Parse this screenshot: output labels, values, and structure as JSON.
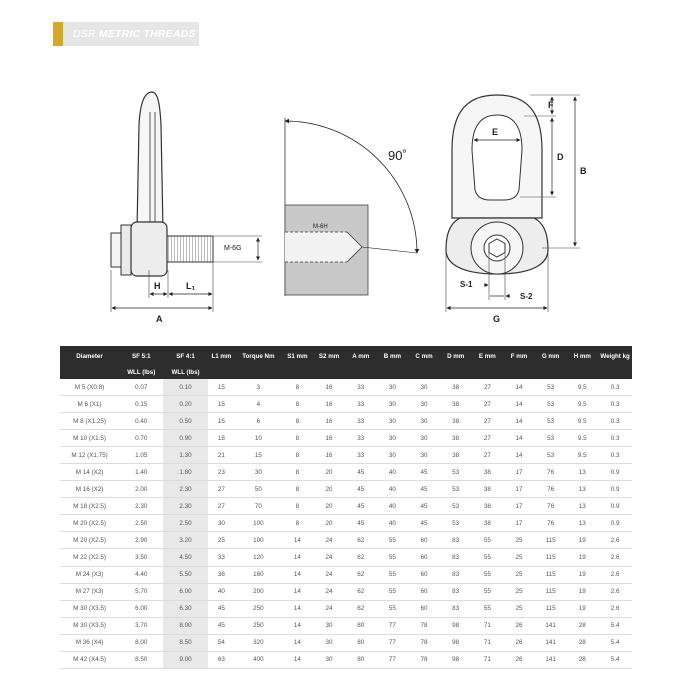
{
  "header": {
    "prefix": "DSR",
    "title": "METRIC THREADS",
    "accent_color": "#d4a72c"
  },
  "drawing": {
    "label_a": "A",
    "label_h": "H",
    "label_l1": "L₁",
    "label_m6g": "M-6G",
    "label_angle": "90˚",
    "label_m6h": "M-6H",
    "label_f": "F",
    "label_e": "E",
    "label_d": "D",
    "label_b": "B",
    "label_s1": "S-1",
    "label_s2": "S-2",
    "label_g": "G"
  },
  "table": {
    "headers": [
      "Diameter",
      "SF 5:1",
      "SF 4:1",
      "L1 mm",
      "Torque Nm",
      "S1 mm",
      "S2 mm",
      "A mm",
      "B mm",
      "C mm",
      "D mm",
      "E mm",
      "F mm",
      "G mm",
      "H mm",
      "Weight kg"
    ],
    "sub_sf5": "WLL (lbs)",
    "sub_sf4": "WLL (lbs)",
    "rows": [
      [
        "M 5 (X0.8)",
        "0.07",
        "0.10",
        "15",
        "3",
        "8",
        "16",
        "33",
        "30",
        "30",
        "38",
        "27",
        "14",
        "53",
        "9.5",
        "0.3"
      ],
      [
        "M 6 (X1)",
        "0.15",
        "0.20",
        "15",
        "4",
        "8",
        "16",
        "33",
        "30",
        "30",
        "38",
        "27",
        "14",
        "53",
        "9.5",
        "0.3"
      ],
      [
        "M 8 (X1.25)",
        "0.40",
        "0.50",
        "15",
        "6",
        "8",
        "16",
        "33",
        "30",
        "30",
        "38",
        "27",
        "14",
        "53",
        "9.5",
        "0.3"
      ],
      [
        "M 10 (X1.5)",
        "0.70",
        "0.90",
        "18",
        "10",
        "8",
        "16",
        "33",
        "30",
        "30",
        "38",
        "27",
        "14",
        "53",
        "9.5",
        "0.3"
      ],
      [
        "M 12 (X1.75)",
        "1.05",
        "1.30",
        "21",
        "15",
        "8",
        "16",
        "33",
        "30",
        "30",
        "38",
        "27",
        "14",
        "53",
        "9.5",
        "0.3"
      ],
      [
        "M 14 (X2)",
        "1.40",
        "1.80",
        "23",
        "30",
        "8",
        "20",
        "45",
        "40",
        "45",
        "53",
        "38",
        "17",
        "76",
        "13",
        "0.9"
      ],
      [
        "M 16 (X2)",
        "2.00",
        "2.30",
        "27",
        "50",
        "8",
        "20",
        "45",
        "40",
        "45",
        "53",
        "38",
        "17",
        "76",
        "13",
        "0.9"
      ],
      [
        "M 18 (X2.5)",
        "2.30",
        "2.30",
        "27",
        "70",
        "8",
        "20",
        "45",
        "40",
        "45",
        "53",
        "38",
        "17",
        "76",
        "13",
        "0.9"
      ],
      [
        "M 20 (X2.5)",
        "2.50",
        "2.50",
        "30",
        "100",
        "8",
        "20",
        "45",
        "40",
        "45",
        "53",
        "38",
        "17",
        "76",
        "13",
        "0.9"
      ],
      [
        "M 20 (X2.5)",
        "2.90",
        "3.20",
        "25",
        "100",
        "14",
        "24",
        "62",
        "55",
        "60",
        "83",
        "55",
        "25",
        "115",
        "19",
        "2.6"
      ],
      [
        "M 22 (X2.5)",
        "3.50",
        "4.50",
        "33",
        "120",
        "14",
        "24",
        "62",
        "55",
        "60",
        "83",
        "55",
        "25",
        "115",
        "19",
        "2.6"
      ],
      [
        "M 24 (X3)",
        "4.40",
        "5.50",
        "36",
        "160",
        "14",
        "24",
        "62",
        "55",
        "60",
        "83",
        "55",
        "25",
        "115",
        "19",
        "2.6"
      ],
      [
        "M 27 (X3)",
        "5.70",
        "6.00",
        "40",
        "200",
        "14",
        "24",
        "62",
        "55",
        "60",
        "83",
        "55",
        "25",
        "115",
        "19",
        "2.6"
      ],
      [
        "M 30 (X3.5)",
        "6.00",
        "6.30",
        "45",
        "250",
        "14",
        "24",
        "62",
        "55",
        "60",
        "83",
        "55",
        "25",
        "115",
        "19",
        "2.6"
      ],
      [
        "M 30 (X3.5)",
        "3.70",
        "8.00",
        "45",
        "250",
        "14",
        "30",
        "80",
        "77",
        "78",
        "98",
        "71",
        "26",
        "141",
        "28",
        "5.4"
      ],
      [
        "M 36 (X4)",
        "8.00",
        "8.50",
        "54",
        "320",
        "14",
        "30",
        "80",
        "77",
        "78",
        "98",
        "71",
        "26",
        "141",
        "28",
        "5.4"
      ],
      [
        "M 42 (X4.5)",
        "8.50",
        "9.00",
        "63",
        "400",
        "14",
        "30",
        "80",
        "77",
        "78",
        "98",
        "71",
        "26",
        "141",
        "28",
        "5.4"
      ]
    ]
  }
}
